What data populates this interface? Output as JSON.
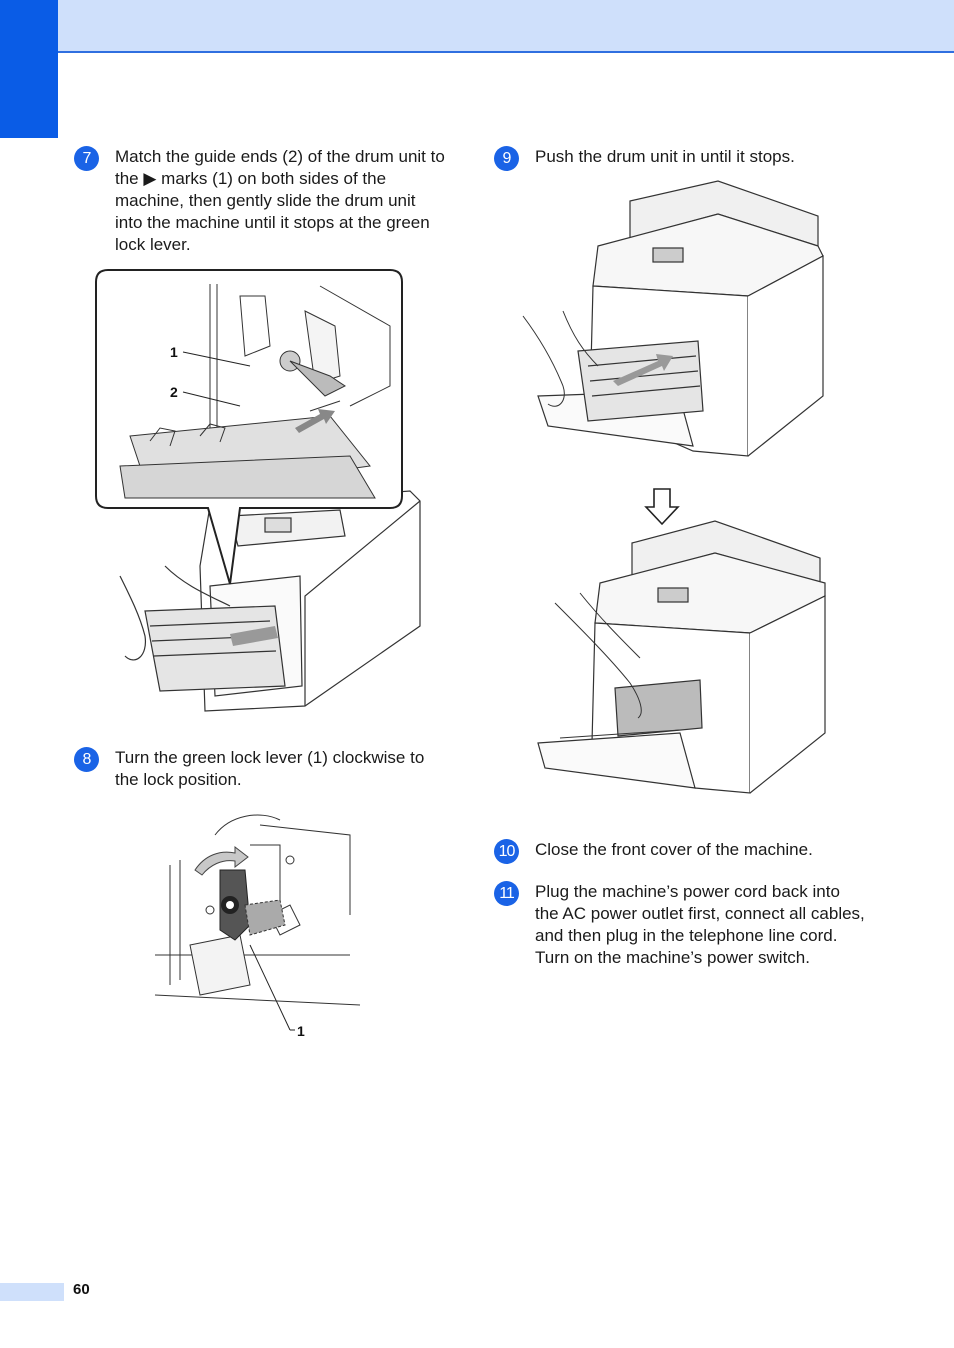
{
  "steps": [
    {
      "badge": "7",
      "text": "Match the guide ends (2) of the drum unit to the ▶ marks (1) on both sides of the machine, then gently slide the drum unit into the machine until it stops at the green lock lever."
    },
    {
      "badge": "8",
      "text": "Turn the green lock lever (1) clockwise to the lock position."
    },
    {
      "badge": "9",
      "text": "Push the drum unit in until it stops."
    },
    {
      "badge": "10",
      "text": "Close the front cover of the machine."
    },
    {
      "badge": "11",
      "text": "Plug the machine’s power cord back into the AC power outlet first, connect all cables, and then plug in the telephone line cord. Turn on the machine’s power switch."
    }
  ],
  "illustrations": {
    "step7": {
      "callouts": [
        "1",
        "2"
      ]
    },
    "step8": {
      "callouts": [
        "1"
      ]
    }
  },
  "footer": {
    "page_number": "60"
  },
  "colors": {
    "accent": "#0a5ce6",
    "header_band": "#cfe0fb",
    "badge": "#1a63e6"
  }
}
